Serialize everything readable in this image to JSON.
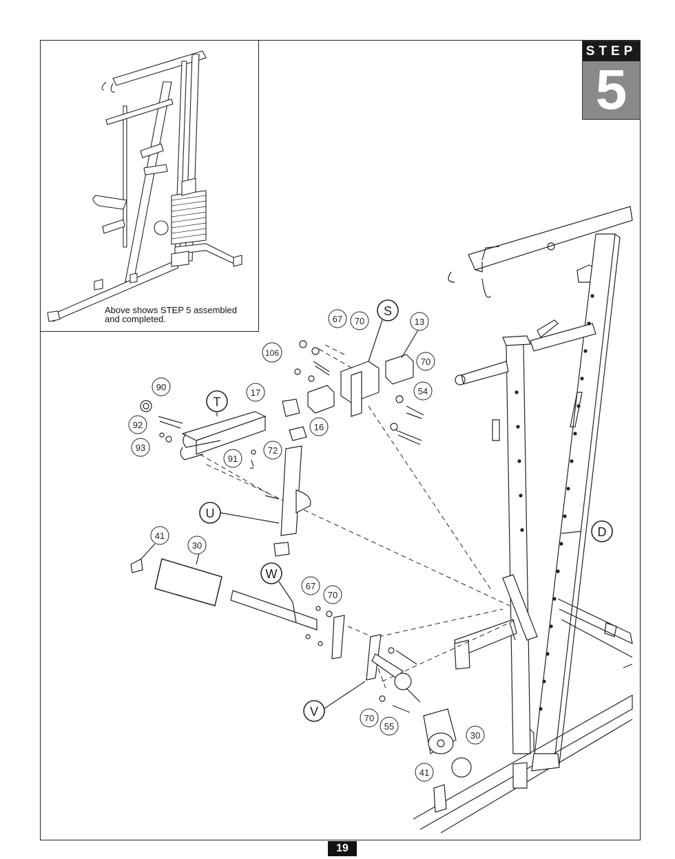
{
  "step": {
    "label": "STEP",
    "number": "5"
  },
  "inset": {
    "caption_line1": "Above shows STEP 5 assembled",
    "caption_line2": "and completed."
  },
  "page_number": "19",
  "callouts": {
    "c67a": "67",
    "c70a": "70",
    "cS": "S",
    "c13": "13",
    "c106": "106",
    "c70b": "70",
    "c54": "54",
    "c90": "90",
    "cT": "T",
    "c17": "17",
    "c92": "92",
    "c16": "16",
    "c93": "93",
    "c72": "72",
    "c91": "91",
    "cU": "U",
    "cD": "D",
    "c41a": "41",
    "c30a": "30",
    "cW": "W",
    "c67b": "67",
    "c70c": "70",
    "cV": "V",
    "c70d": "70",
    "c55": "55",
    "c30b": "30",
    "c41b": "41"
  }
}
